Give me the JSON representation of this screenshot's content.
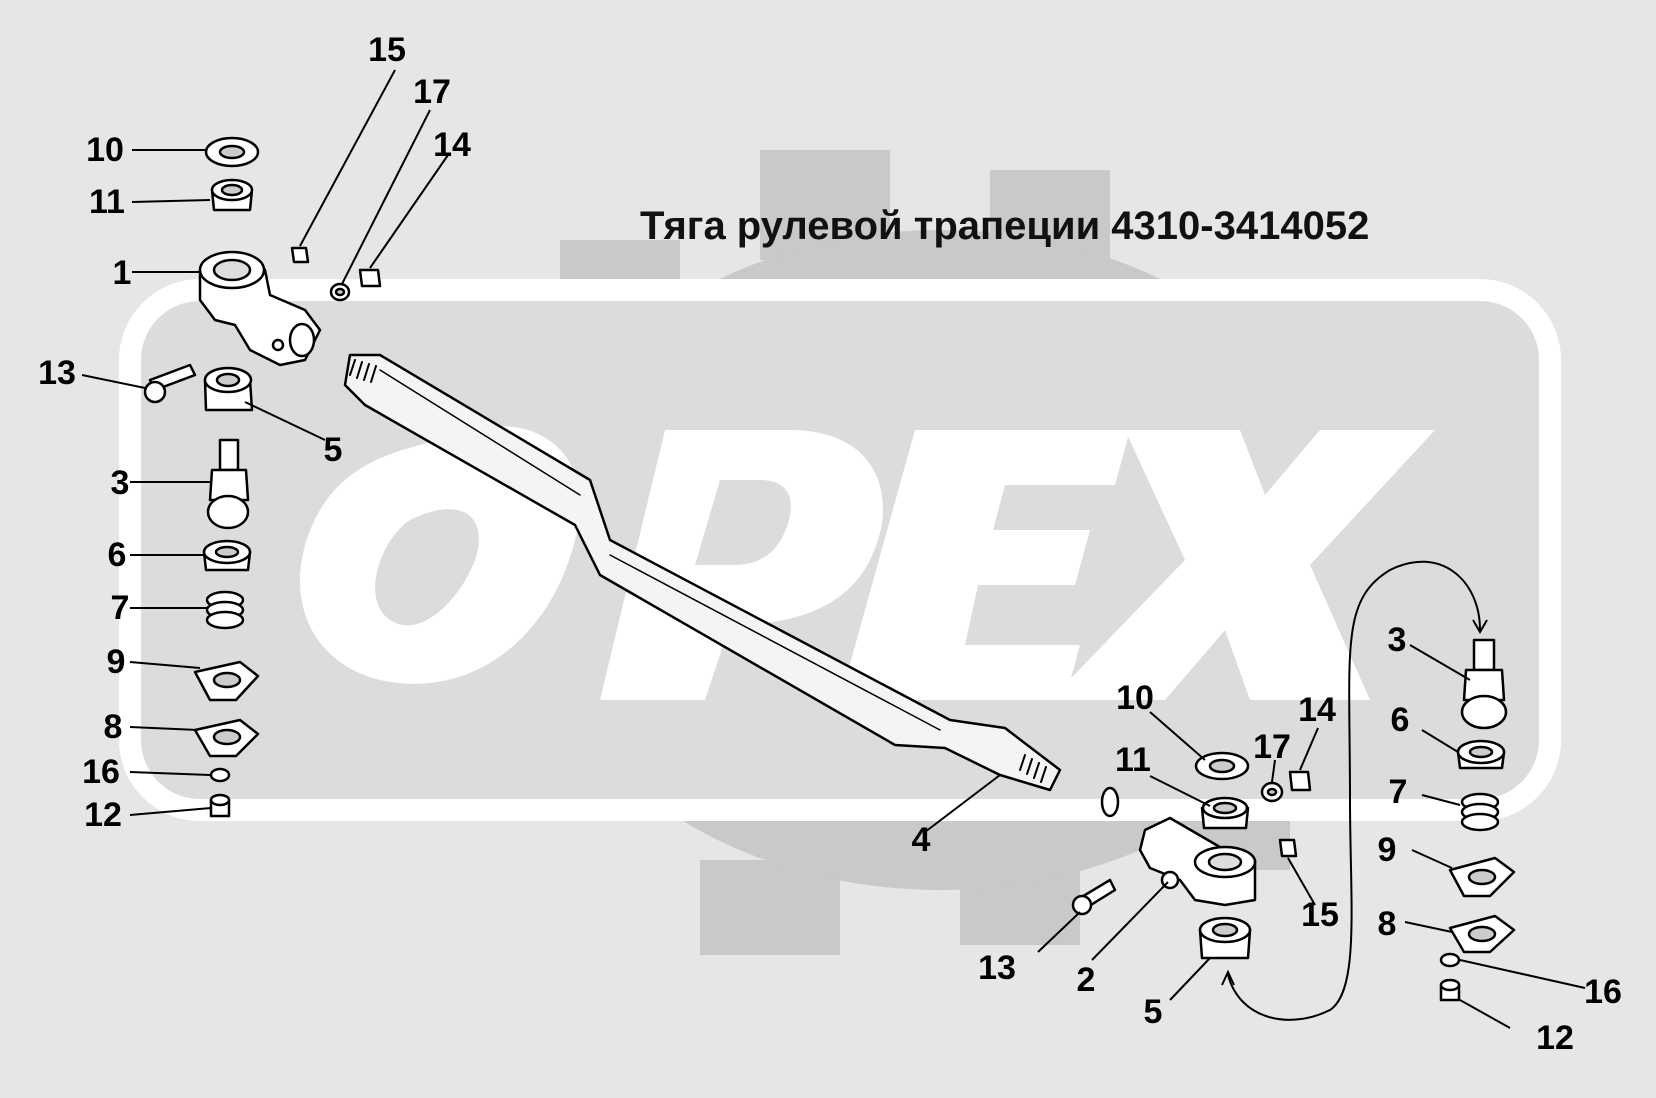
{
  "title": "Тяга рулевой трапеции 4310-3414052",
  "watermark": "OPEX",
  "colors": {
    "background": "#e6e6e6",
    "watermark": "#ffffff",
    "watermark_gear": "#c9c9c9",
    "part_fill": "#ffffff",
    "line": "#000000"
  },
  "callouts": [
    {
      "id": "c-15-top",
      "label": "15"
    },
    {
      "id": "c-17-top",
      "label": "17"
    },
    {
      "id": "c-14-top",
      "label": "14"
    },
    {
      "id": "c-10-left",
      "label": "10"
    },
    {
      "id": "c-11-left",
      "label": "11"
    },
    {
      "id": "c-1",
      "label": "1"
    },
    {
      "id": "c-13-left",
      "label": "13"
    },
    {
      "id": "c-5-left",
      "label": "5"
    },
    {
      "id": "c-3-left",
      "label": "3"
    },
    {
      "id": "c-6-left",
      "label": "6"
    },
    {
      "id": "c-7-left",
      "label": "7"
    },
    {
      "id": "c-9-left",
      "label": "9"
    },
    {
      "id": "c-8-left",
      "label": "8"
    },
    {
      "id": "c-16-left",
      "label": "16"
    },
    {
      "id": "c-12-left",
      "label": "12"
    },
    {
      "id": "c-4",
      "label": "4"
    },
    {
      "id": "c-10-right",
      "label": "10"
    },
    {
      "id": "c-11-right",
      "label": "11"
    },
    {
      "id": "c-17-right",
      "label": "17"
    },
    {
      "id": "c-14-right",
      "label": "14"
    },
    {
      "id": "c-15-right",
      "label": "15"
    },
    {
      "id": "c-13-right",
      "label": "13"
    },
    {
      "id": "c-2",
      "label": "2"
    },
    {
      "id": "c-5-right",
      "label": "5"
    },
    {
      "id": "c-3-right",
      "label": "3"
    },
    {
      "id": "c-6-right",
      "label": "6"
    },
    {
      "id": "c-7-right",
      "label": "7"
    },
    {
      "id": "c-9-right",
      "label": "9"
    },
    {
      "id": "c-8-right",
      "label": "8"
    },
    {
      "id": "c-16-right",
      "label": "16"
    },
    {
      "id": "c-12-right",
      "label": "12"
    }
  ]
}
